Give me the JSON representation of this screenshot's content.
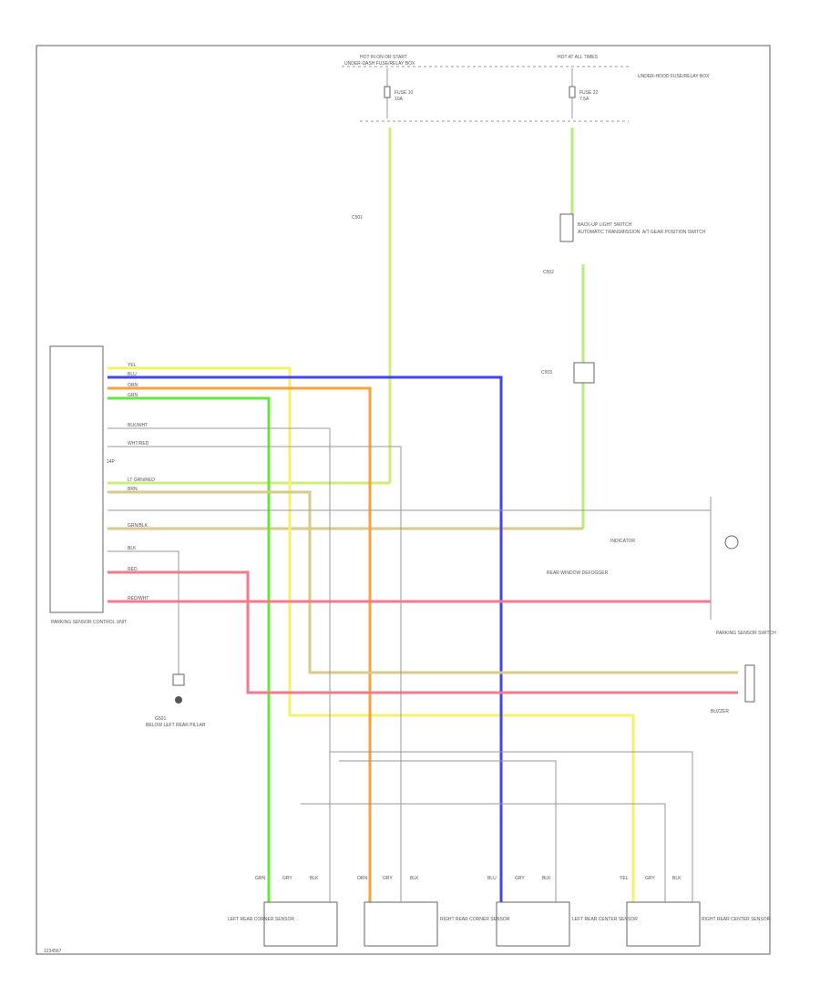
{
  "colors": {
    "yellow": "#f3f36a",
    "blue": "#4444ee",
    "orange": "#f7a23c",
    "green": "#66e83a",
    "light_green": "#b6ee7a",
    "pink": "#f27a8c",
    "tan": "#d9c98a",
    "gray": "#8c8c8c",
    "dark_gray": "#666666"
  },
  "labels": {
    "top_left_fuse_box": "HOT IN ON OR START",
    "top_left_fuse_box_sub": "UNDER-DASH FUSE/RELAY BOX",
    "top_right_fuse_box": "HOT AT ALL TIMES",
    "top_right_fuse_box_sub": "",
    "fuse_left": "FUSE 10",
    "fuse_left_amp": "10A",
    "fuse_right": "FUSE 22",
    "fuse_right_amp": "7.5A",
    "right_note": "UNDER-HOOD FUSE/RELAY BOX",
    "wire_ylw": "YEL",
    "wire_blu": "BLU",
    "wire_org": "ORN",
    "wire_grn": "GRN",
    "wire_blk_wht": "BLK/WHT",
    "wire_wht_red": "WHT/RED",
    "wire_lt_grn": "LT GRN/RED",
    "wire_brn": "BRN",
    "wire_grn_blk": "GRN/BLK",
    "wire_blk": "BLK",
    "wire_red": "RED",
    "wire_red_wht": "RED/WHT",
    "module_label": "PARKING SENSOR CONTROL UNIT",
    "module_connector": "14P",
    "ground_label": "G501",
    "ground_sub": "BELOW LEFT REAR PILLAR",
    "switch_box": "PARKING SENSOR SWITCH",
    "indicator_label": "INDICATOR",
    "buzzer_label": "BUZZER",
    "rear_window_label": "REAR WINDOW DEFOGGER",
    "sensor_1": "LEFT REAR CORNER SENSOR",
    "sensor_2": "RIGHT REAR CORNER SENSOR",
    "sensor_3": "LEFT REAR CENTER SENSOR",
    "sensor_4": "RIGHT REAR CENTER SENSOR",
    "sensor_pin_grn": "GRN",
    "sensor_pin_org": "ORN",
    "sensor_pin_blu": "BLU",
    "sensor_pin_ylw": "YEL",
    "sensor_pin_gry": "GRY",
    "sensor_pin_blk": "BLK",
    "figure_id": "1234567",
    "reverse_switch_label": "BACK-UP LIGHT SWITCH",
    "reverse_switch_note": "AUTOMATIC TRANSMISSION: A/T GEAR POSITION SWITCH",
    "c_label_1": "C501",
    "c_label_2": "C502",
    "c_label_3": "C503"
  }
}
